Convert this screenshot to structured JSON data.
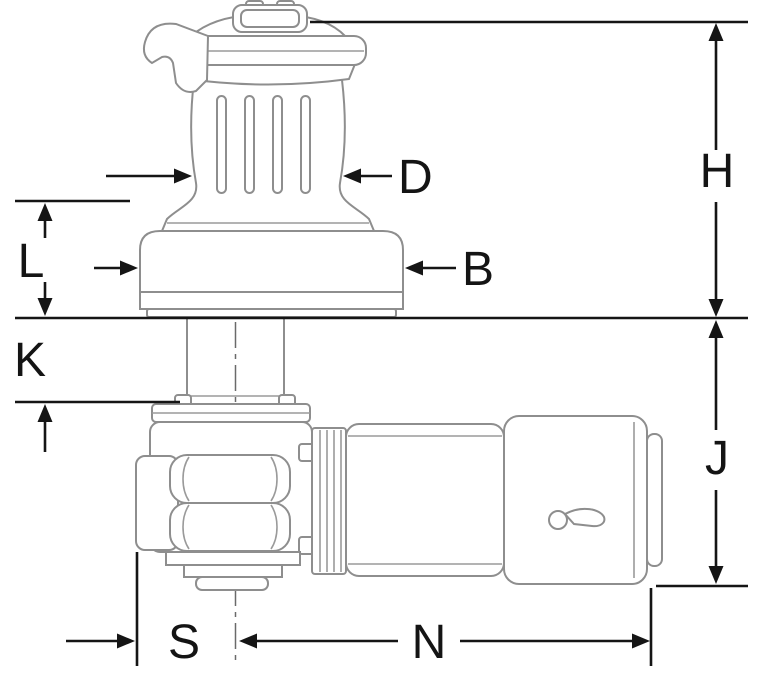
{
  "diagram": {
    "type": "technical-dimension-drawing",
    "labels": {
      "d": "D",
      "h": "H",
      "l": "L",
      "b": "B",
      "k": "K",
      "j": "J",
      "s": "S",
      "n": "N"
    },
    "colors": {
      "drawing_line": "#8e8e8e",
      "dimension_line": "#151515",
      "background": "#ffffff"
    }
  }
}
